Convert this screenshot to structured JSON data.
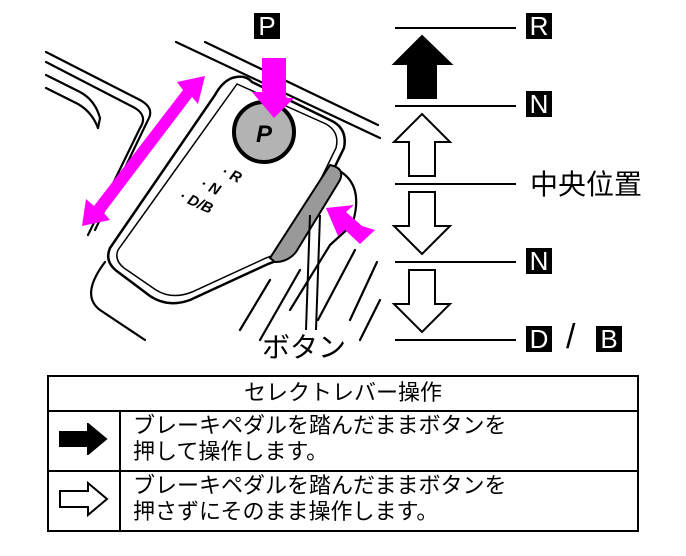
{
  "illustration": {
    "top_badge": "P",
    "knob_label": "P",
    "lever_marks": [
      "· R",
      "· N",
      "· D/B"
    ],
    "button_label": "ボタン",
    "accent_color": "#ff00ff"
  },
  "shift_diagram": {
    "positions": [
      {
        "label": "R",
        "badge": true
      },
      {
        "label": "N",
        "badge": true
      },
      {
        "label": "中央位置",
        "badge": false
      },
      {
        "label": "N",
        "badge": true
      },
      {
        "label": "D",
        "badge": true,
        "extra": "B",
        "separator": "/"
      }
    ],
    "arrows": [
      {
        "direction": "up",
        "style": "filled"
      },
      {
        "direction": "up",
        "style": "outline"
      },
      {
        "direction": "down",
        "style": "outline"
      },
      {
        "direction": "down",
        "style": "outline"
      }
    ]
  },
  "table": {
    "header": "セレクトレバー操作",
    "rows": [
      {
        "icon": "filled-arrow-right",
        "text_line1": "ブレーキペダルを踏んだままボタンを",
        "text_line2": "押して操作します。"
      },
      {
        "icon": "outline-arrow-right",
        "text_line1": "ブレーキペダルを踏んだままボタンを",
        "text_line2": "押さずにそのまま操作します。"
      }
    ]
  }
}
